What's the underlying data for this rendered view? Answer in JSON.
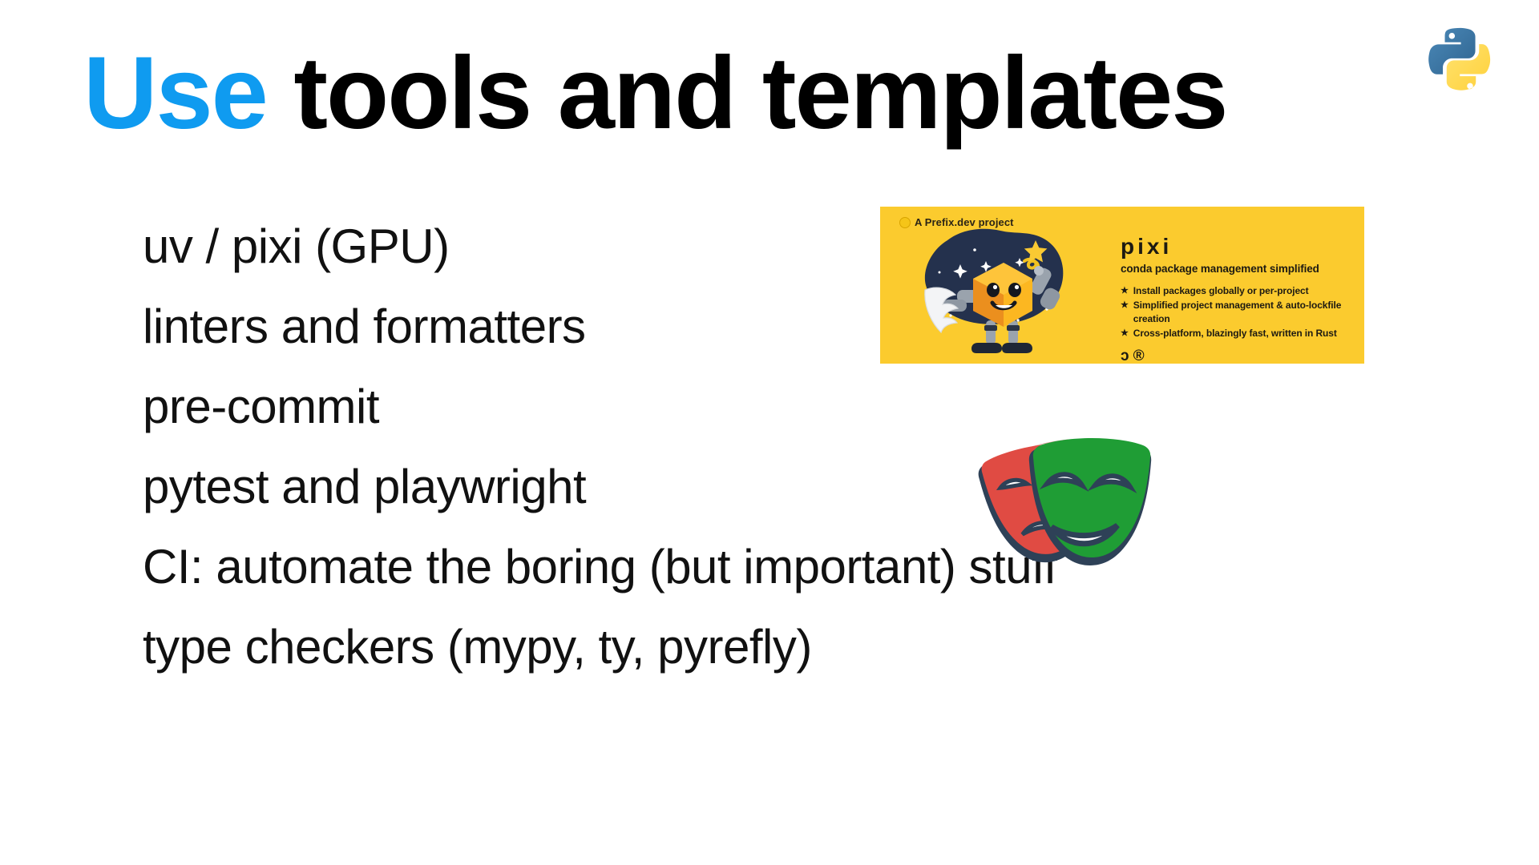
{
  "slide": {
    "background_color": "#ffffff",
    "title": {
      "accent_word": "Use",
      "rest": " tools and templates",
      "accent_color": "#0f9bf0",
      "text_color": "#000000"
    },
    "bullets": [
      "uv / pixi (GPU)",
      "linters and formatters",
      "pre-commit",
      "pytest and playwright",
      "CI: automate the boring (but important) stuff",
      "type checkers (mypy, ty, pyrefly)"
    ]
  },
  "python_logo": {
    "name": "python-logo",
    "blue": "#3873a0",
    "yellow": "#ffd845"
  },
  "pixi_banner": {
    "background_color": "#fbcb2e",
    "prefix_tag": "A Prefix.dev project",
    "wordmark": "pixi",
    "tagline": "conda package management simplified",
    "features": [
      "Install packages globally or per-project",
      "Simplified project management & auto-lockfile creation",
      "Cross-platform, blazingly fast, written in Rust"
    ],
    "bullet_glyph": "★",
    "footer_logos": [
      "ↄ",
      "®"
    ],
    "art": {
      "blob_color": "#24314d",
      "robot_face_color": "#fcb721",
      "robot_side_color": "#e8881d",
      "star_color": "#f9c933"
    }
  },
  "theater_masks": {
    "name": "performing-arts-emoji",
    "sad_mask_color": "#e04b43",
    "happy_mask_color": "#1f9d35",
    "happy_mask_shade": "#31a544",
    "outline_color": "#2e4157"
  }
}
